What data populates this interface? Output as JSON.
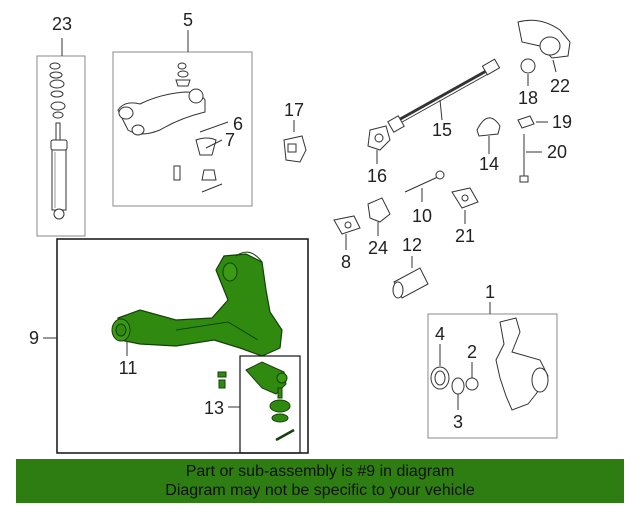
{
  "callouts": {
    "c1": "1",
    "c2": "2",
    "c3": "3",
    "c4": "4",
    "c5": "5",
    "c6": "6",
    "c7": "7",
    "c8": "8",
    "c9": "9",
    "c10": "10",
    "c11": "11",
    "c12": "12",
    "c13": "13",
    "c14": "14",
    "c15": "15",
    "c16": "16",
    "c17": "17",
    "c18": "18",
    "c19": "19",
    "c20": "20",
    "c21": "21",
    "c22": "22",
    "c23": "23",
    "c24": "24"
  },
  "banner": {
    "line1": "Part or sub-assembly is #9 in diagram",
    "line2": "Diagram may not be specific to your vehicle"
  },
  "colors": {
    "highlight_part": "#2f8a0f",
    "banner_bg": "#2e7d12",
    "line": "#333333"
  }
}
